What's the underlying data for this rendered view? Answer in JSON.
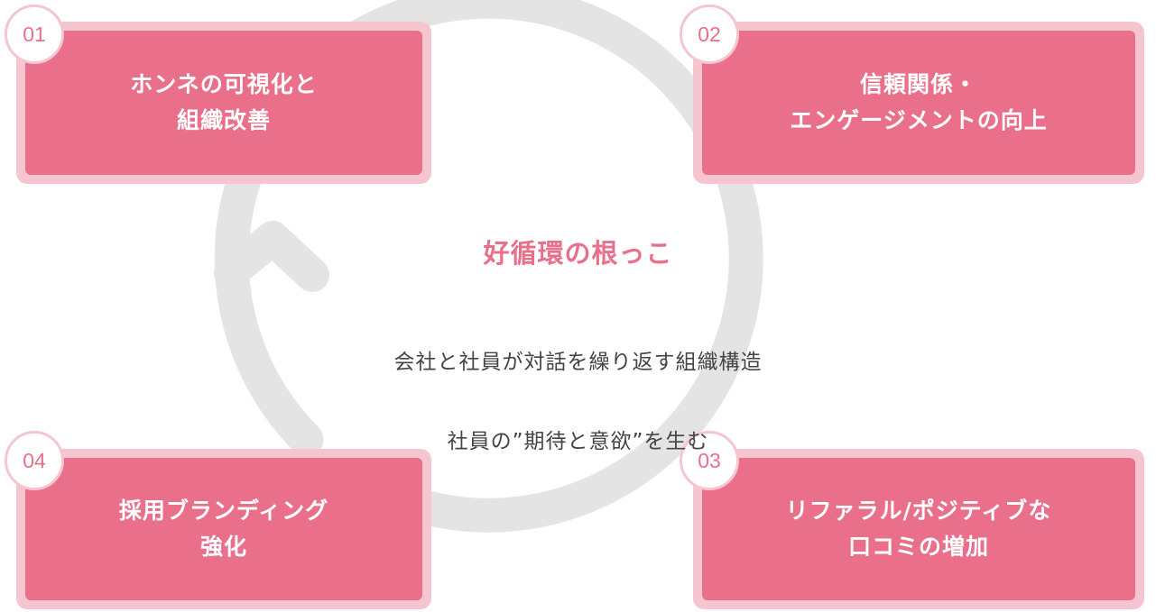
{
  "cycle": {
    "color": "#e4e4e4",
    "direction": "clockwise",
    "center_title": "好循環の根っこ",
    "center_desc_lines": [
      "会社と社員が対話を繰り返す組織構造",
      "社員の”期待と意欲”を生む"
    ]
  },
  "steps": [
    {
      "number": "01",
      "label": "ホンネの可視化と\n組織改善"
    },
    {
      "number": "02",
      "label": "信頼関係・\nエンゲージメントの向上"
    },
    {
      "number": "03",
      "label": "リファラル/ポジティブな\n口コミの増加"
    },
    {
      "number": "04",
      "label": "採用ブランディング\n強化"
    }
  ],
  "colors": {
    "card_fill": "#ea6f8b",
    "card_border": "#f5c6cf",
    "number_text": "#ea6f8b",
    "title_text": "#ea6f8b",
    "desc_text": "#444444"
  }
}
